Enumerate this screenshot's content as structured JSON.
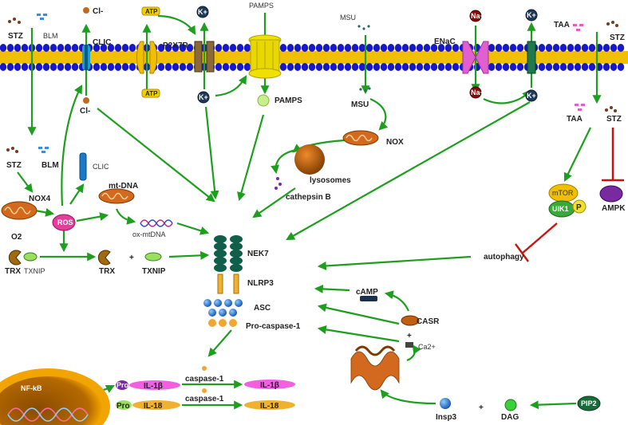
{
  "labels": {
    "stz_top": "STZ",
    "blm_top": "BLM",
    "cl_top": "Cl-",
    "clic_top": "CLIC",
    "cl_bottom": "Cl-",
    "atp_top": "ATP",
    "atp_bottom": "ATP",
    "p2x7r": "P2X7R",
    "k": "K+",
    "pamps_top": "PAMPS",
    "pamps_bottom": "PAMPS",
    "msu_top": "MSU",
    "msu_bottom": "MSU",
    "na": "Na+",
    "enac": "ENaC",
    "taa_top": "TAA",
    "stz_right": "STZ",
    "taa_mid": "TAA",
    "stz_mid_right": "STZ",
    "stz_left": "STZ",
    "blm_left": "BLM",
    "clic_left": "CLIC",
    "nox4": "NOX4",
    "o2": "O2",
    "ros": "ROS",
    "mt_dna": "mt-DNA",
    "ox_mtdna": "ox-mtDNA",
    "trx_left": "TRX",
    "txnip_left": "TXNIP",
    "trx_mid": "TRX",
    "plus1": "+",
    "txnip_mid": "TXNIP",
    "nox": "NOX",
    "lysosomes": "lysosomes",
    "cathepsin_b": "cathepsin B",
    "mtor": "mTOR",
    "uik1": "UIK1",
    "p": "P",
    "ampk": "AMPK",
    "autophagy": "autophagy",
    "nek7": "NEK7",
    "nlrp3": "NLRP3",
    "asc": "ASC",
    "pro_caspase": "Pro-caspase-1",
    "camp": "cAMP",
    "casr": "CASR",
    "plus2": "+",
    "ca2": "Ca2+",
    "caspase1_a": "caspase-1",
    "caspase1_b": "caspase-1",
    "nfkb": "NF-kB",
    "pro_a": "Pro",
    "il1b_a": "IL-1β",
    "pro_b": "Pro",
    "il18_a": "IL-18",
    "il1b_b": "IL-1β",
    "il18_b": "IL-18",
    "insp3": "Insp3",
    "plus3": "+",
    "dag": "DAG",
    "pip2": "PIP2"
  },
  "colors": {
    "arrow": "#1e9e1e",
    "inhibit": "#cc1111",
    "membrane_head": "#1818c8",
    "membrane_tail": "#f0c000",
    "mito": "#d2691e",
    "ros": "#e0409a",
    "nek7": "#0f5f4a",
    "nucleus": "#f2a400"
  },
  "icons": [
    "mitochondrion-icon",
    "lysosome-icon",
    "er-icon",
    "nucleus-icon",
    "channel-icon",
    "dna-icon"
  ]
}
